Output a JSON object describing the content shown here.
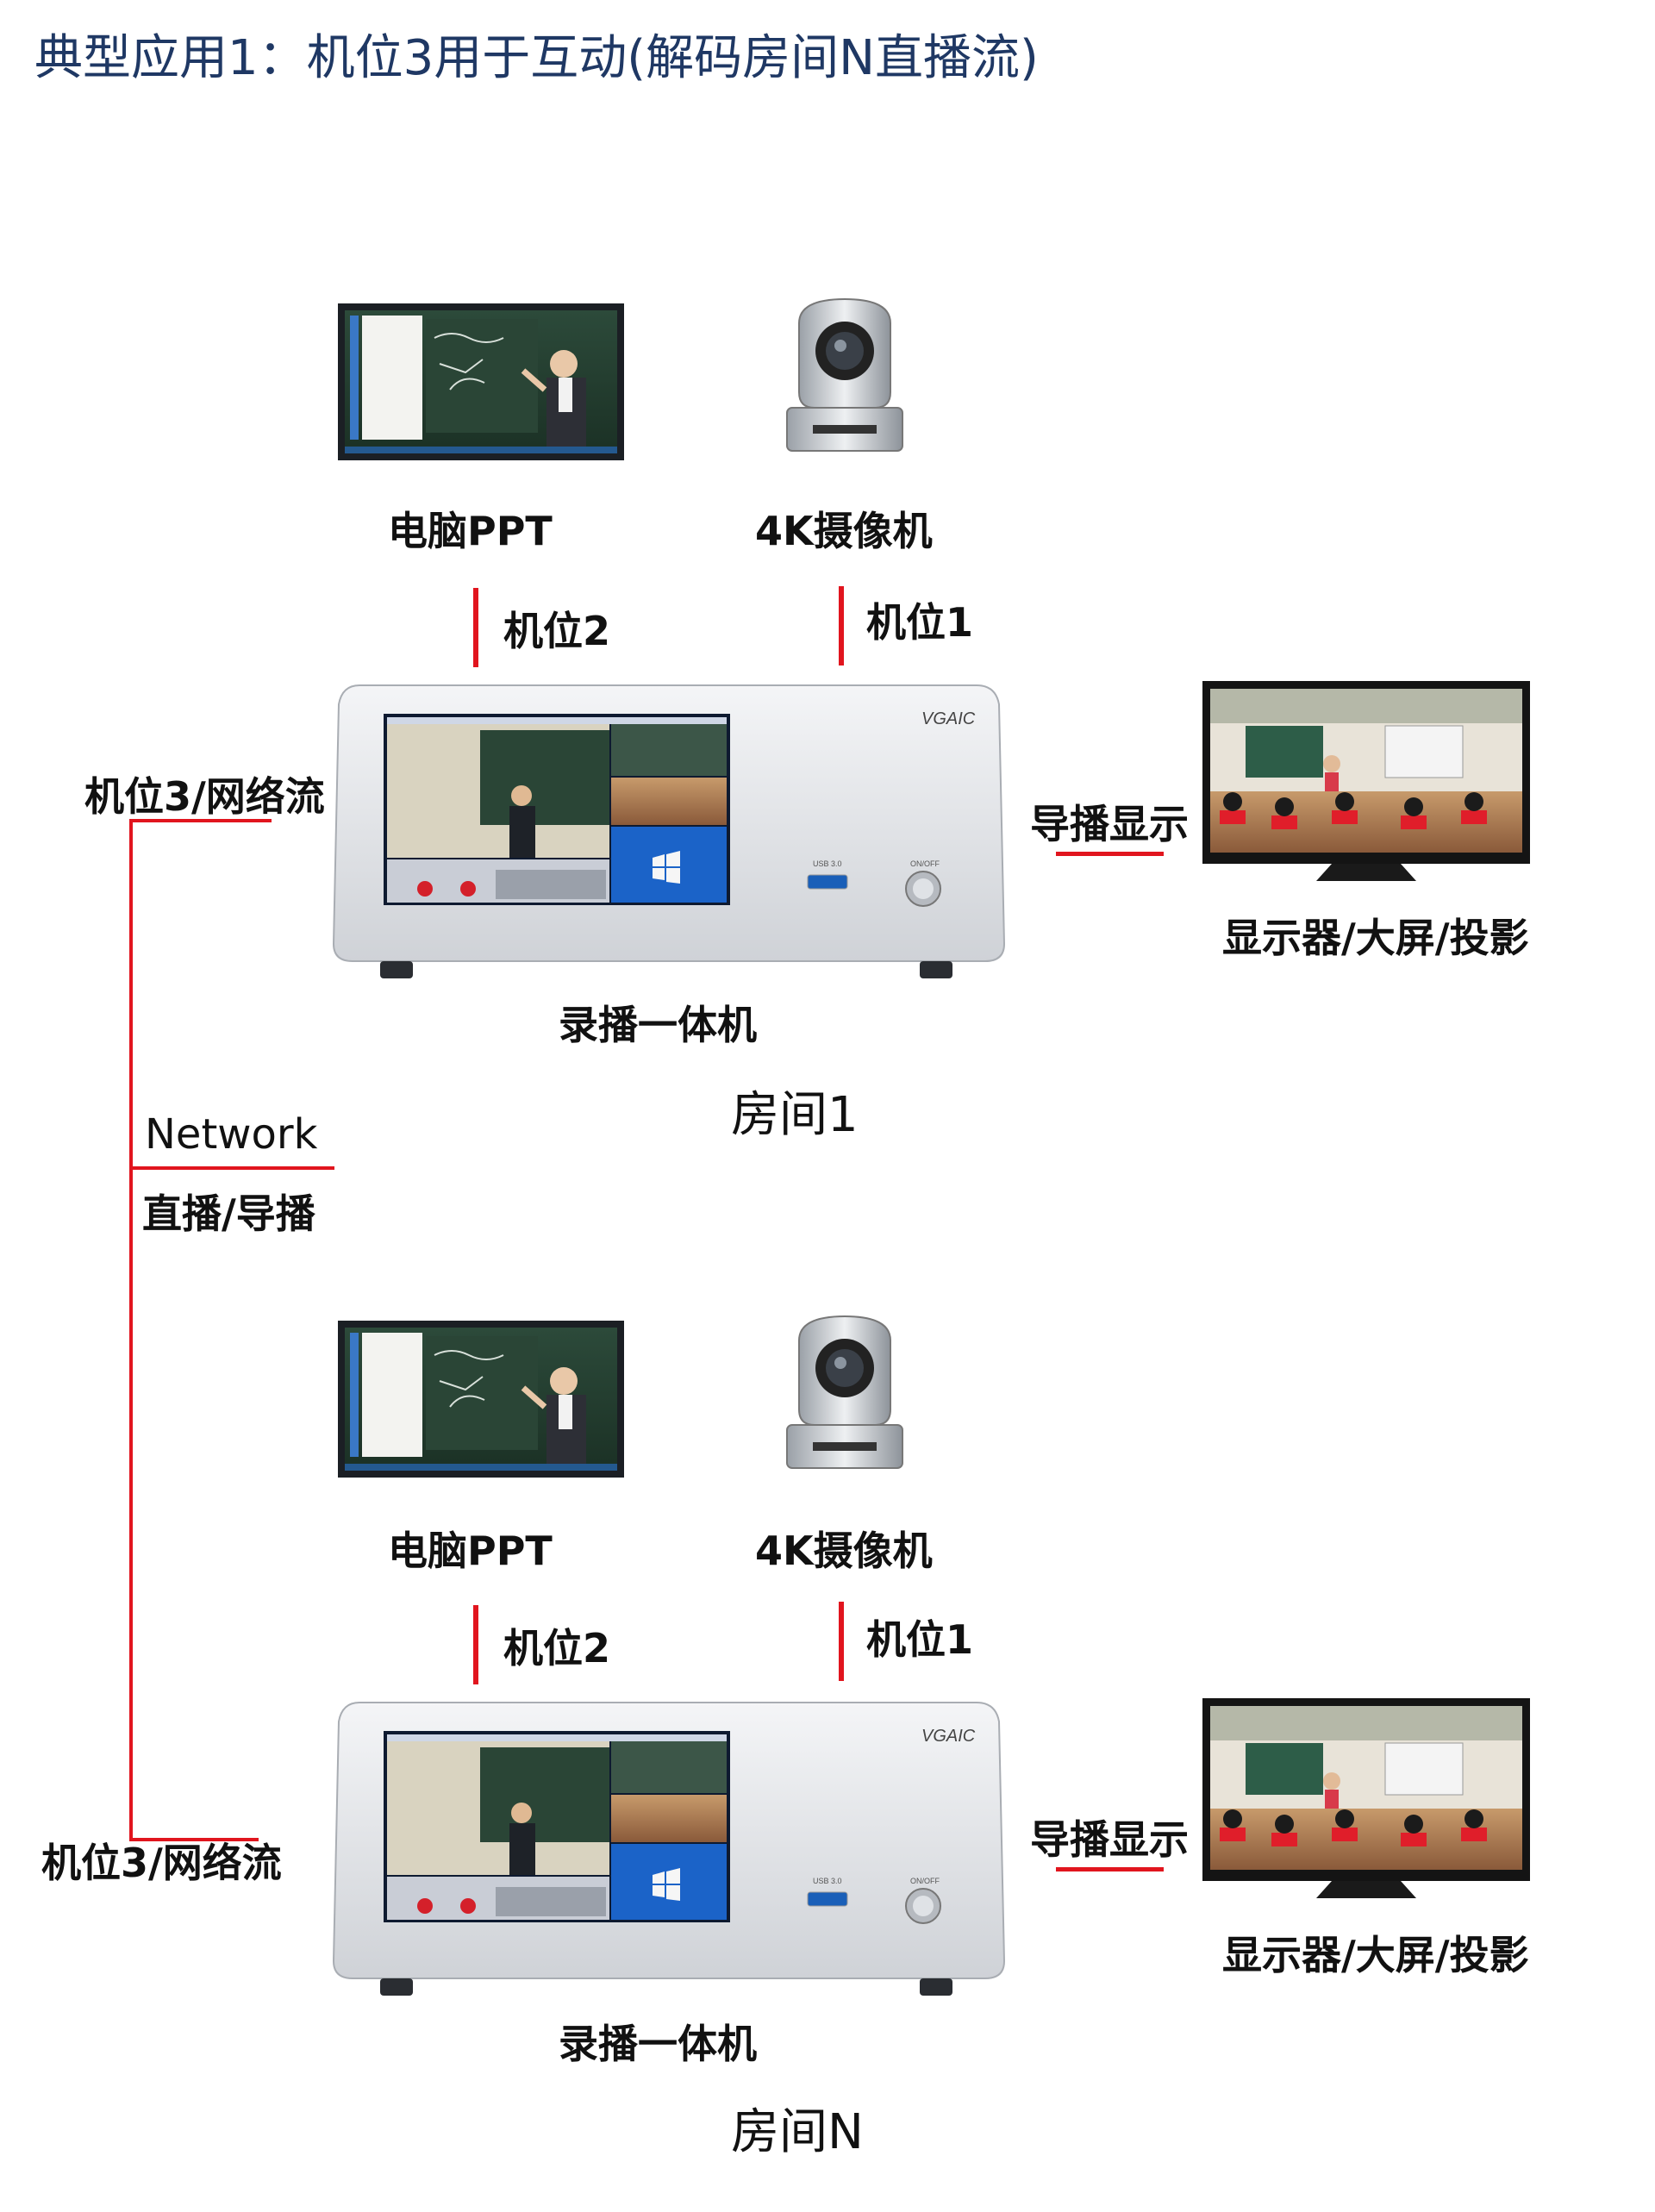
{
  "title": "典型应用1：机位3用于互动(解码房间N直播流)",
  "network": {
    "label": "Network",
    "sub": "直播/导播"
  },
  "device": {
    "brand": "VGAIC",
    "usb": "USB 3.0",
    "power": "ON/OFF"
  },
  "colors": {
    "title": "#1f3864",
    "line": "#e1151e",
    "panel": "#e4e6ea"
  },
  "rooms": [
    {
      "room_label": "房间1",
      "pc_label": "电脑PPT",
      "cam_label": "4K摄像机",
      "pos2": "机位2",
      "pos1": "机位1",
      "pos3": "机位3/网络流",
      "display_out": "导播显示",
      "monitor_label": "显示器/大屏/投影",
      "box_label": "录播一体机"
    },
    {
      "room_label": "房间N",
      "pc_label": "电脑PPT",
      "cam_label": "4K摄像机",
      "pos2": "机位2",
      "pos1": "机位1",
      "pos3": "机位3/网络流",
      "display_out": "导播显示",
      "monitor_label": "显示器/大屏/投影",
      "box_label": "录播一体机"
    }
  ]
}
